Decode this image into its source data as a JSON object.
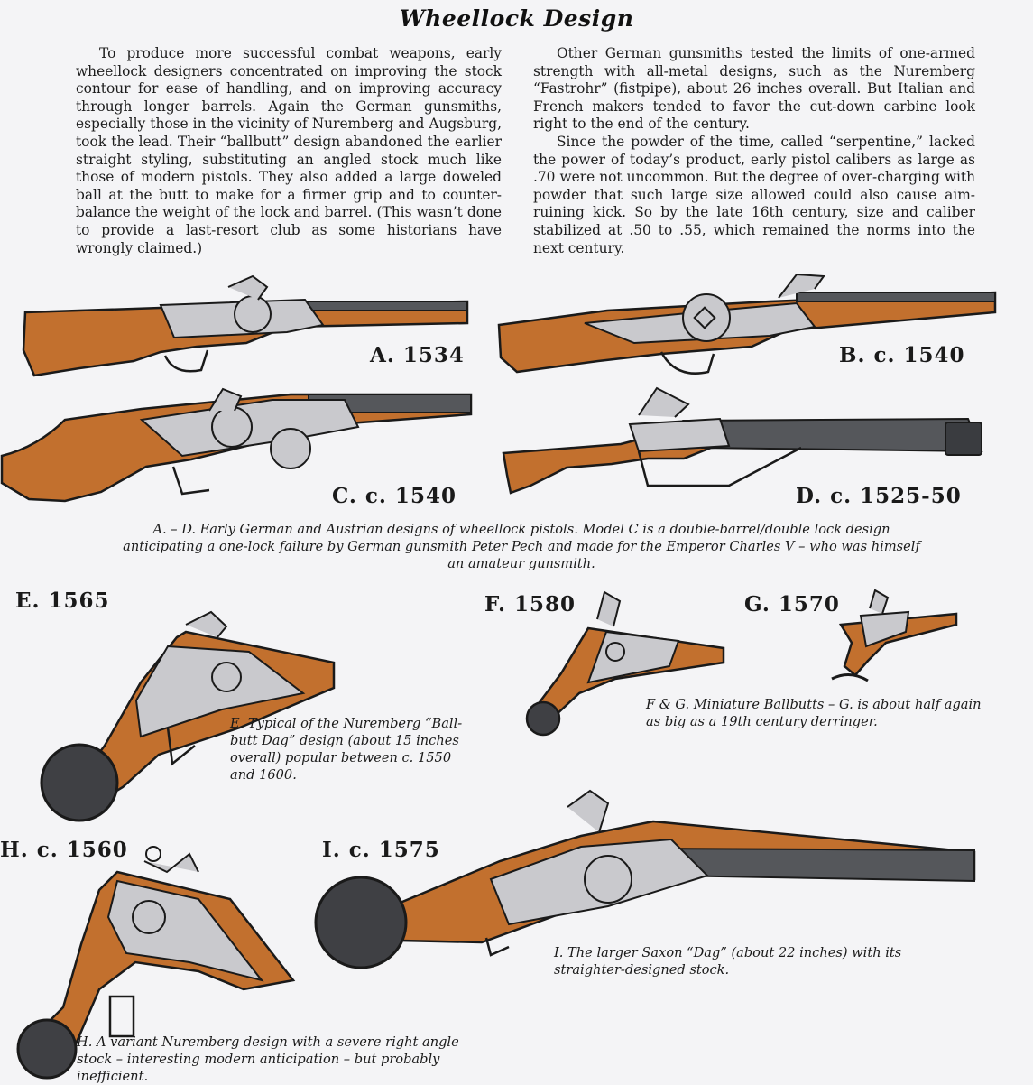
{
  "title": "Wheellock Design",
  "paragraphs": {
    "left": [
      "To produce more successful combat weapons, early wheellock designers concentrated on improving the stock contour for ease of handling, and on improving accuracy through longer barrels. Again the German gunsmiths, especially those in the vicinity of Nuremberg and Augsburg, took the lead. Their “ballbutt” design abandoned the earlier straight styling, substituting an angled stock much like those of modern pistols. They also added a large doweled ball at the butt to make for a firmer grip and to counter-balance the weight of the lock and barrel. (This wasn’t done to provide a last-resort club as some historians have wrongly claimed.)"
    ],
    "right": [
      "Other German gunsmiths tested the limits of one-armed strength with all-metal designs, such as the Nuremberg “Fastrohr” (fistpipe), about 26 inches overall. But Italian and French makers tended to favor the cut-down carbine look right to the end of the century.",
      "Since the powder of the time, called “serpentine,” lacked the power of today’s product, early pistol calibers as large as .70 were not uncommon. But the degree of over-charging with powder that such large size allowed could also cause aim-ruining kick. So by the late 16th century, size and caliber stabilized at .50 to .55, which remained the norms into the next century."
    ]
  },
  "labels": {
    "a": "A. 1534",
    "b": "B. c. 1540",
    "c": "C. c. 1540",
    "d": "D. c. 1525-50",
    "e": "E. 1565",
    "f": "F. 1580",
    "g": "G. 1570",
    "h": "H. c. 1560",
    "i": "I. c. 1575"
  },
  "captions": {
    "ad": "A. – D. Early German and Austrian designs of wheellock pistols. Model C is a double-barrel/double lock design anticipating a one-lock failure by German gunsmith Peter Pech and made for the Emperor Charles V – who was himself an amateur gunsmith.",
    "e": "E. Typical of the Nuremberg “Ball-butt Dag” design (about 15 inches overall) popular between c. 1550 and 1600.",
    "fg": "F & G. Miniature Ballbutts – G. is about half again as big as a 19th century derringer.",
    "i": "I. The larger Saxon “Dag” (about 22 inches) with its straighter-designed stock.",
    "h": "H. A variant Nuremberg design with a severe right angle stock – interesting modern anticipation – but probably inefficient."
  },
  "colors": {
    "wood": "#c2702e",
    "metal": "#c9c9cd",
    "barrel": "#55575b",
    "outline": "#1a1a1a"
  }
}
